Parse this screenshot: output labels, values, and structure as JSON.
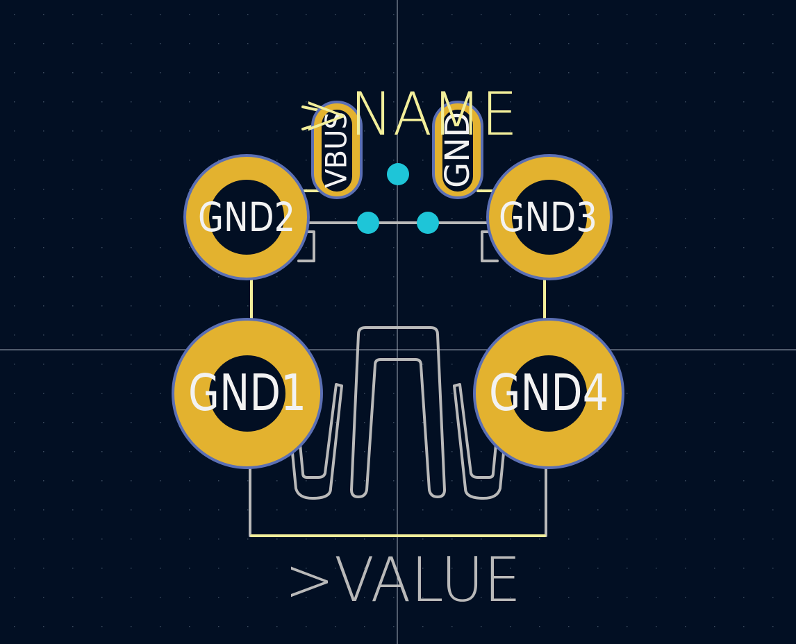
{
  "board": {
    "background_color": "#020f23",
    "grid_color": "#3a4a5e",
    "crosshair_color": "#c8d0dc"
  },
  "labels": {
    "name": ">NAME",
    "value": ">VALUE"
  },
  "pads": {
    "gnd1": "GND1",
    "gnd2": "GND2",
    "gnd3": "GND3",
    "gnd4": "GND4",
    "vbus": "VBUS",
    "gnd": "GND"
  },
  "colors": {
    "copper": "#e3b22f",
    "pad_outline": "#5b6fb4",
    "silkscreen": "#f2ee9a",
    "fab_outline": "#b9b9b9",
    "via": "#1ec5d8",
    "pad_text": "#f2f2f2"
  }
}
